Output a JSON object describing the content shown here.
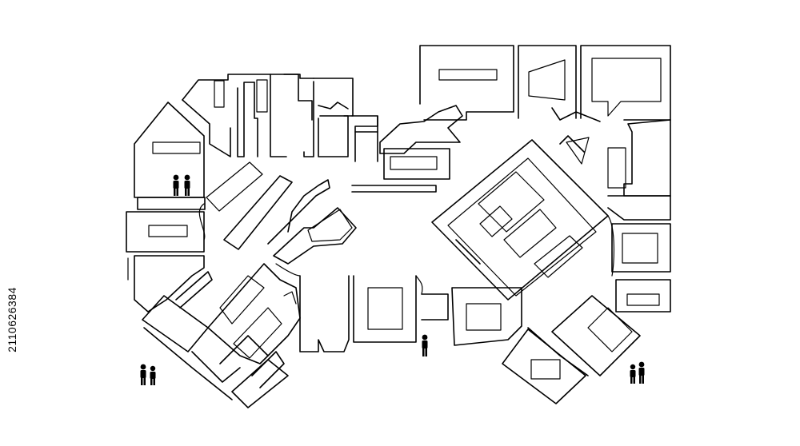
{
  "image": {
    "stock_id": "2110626384"
  },
  "people_groups": [
    {
      "name": "couple-left-upper",
      "count": 2
    },
    {
      "name": "couple-left-lower",
      "count": 2
    },
    {
      "name": "person-center",
      "count": 1
    },
    {
      "name": "couple-right",
      "count": 2
    }
  ]
}
